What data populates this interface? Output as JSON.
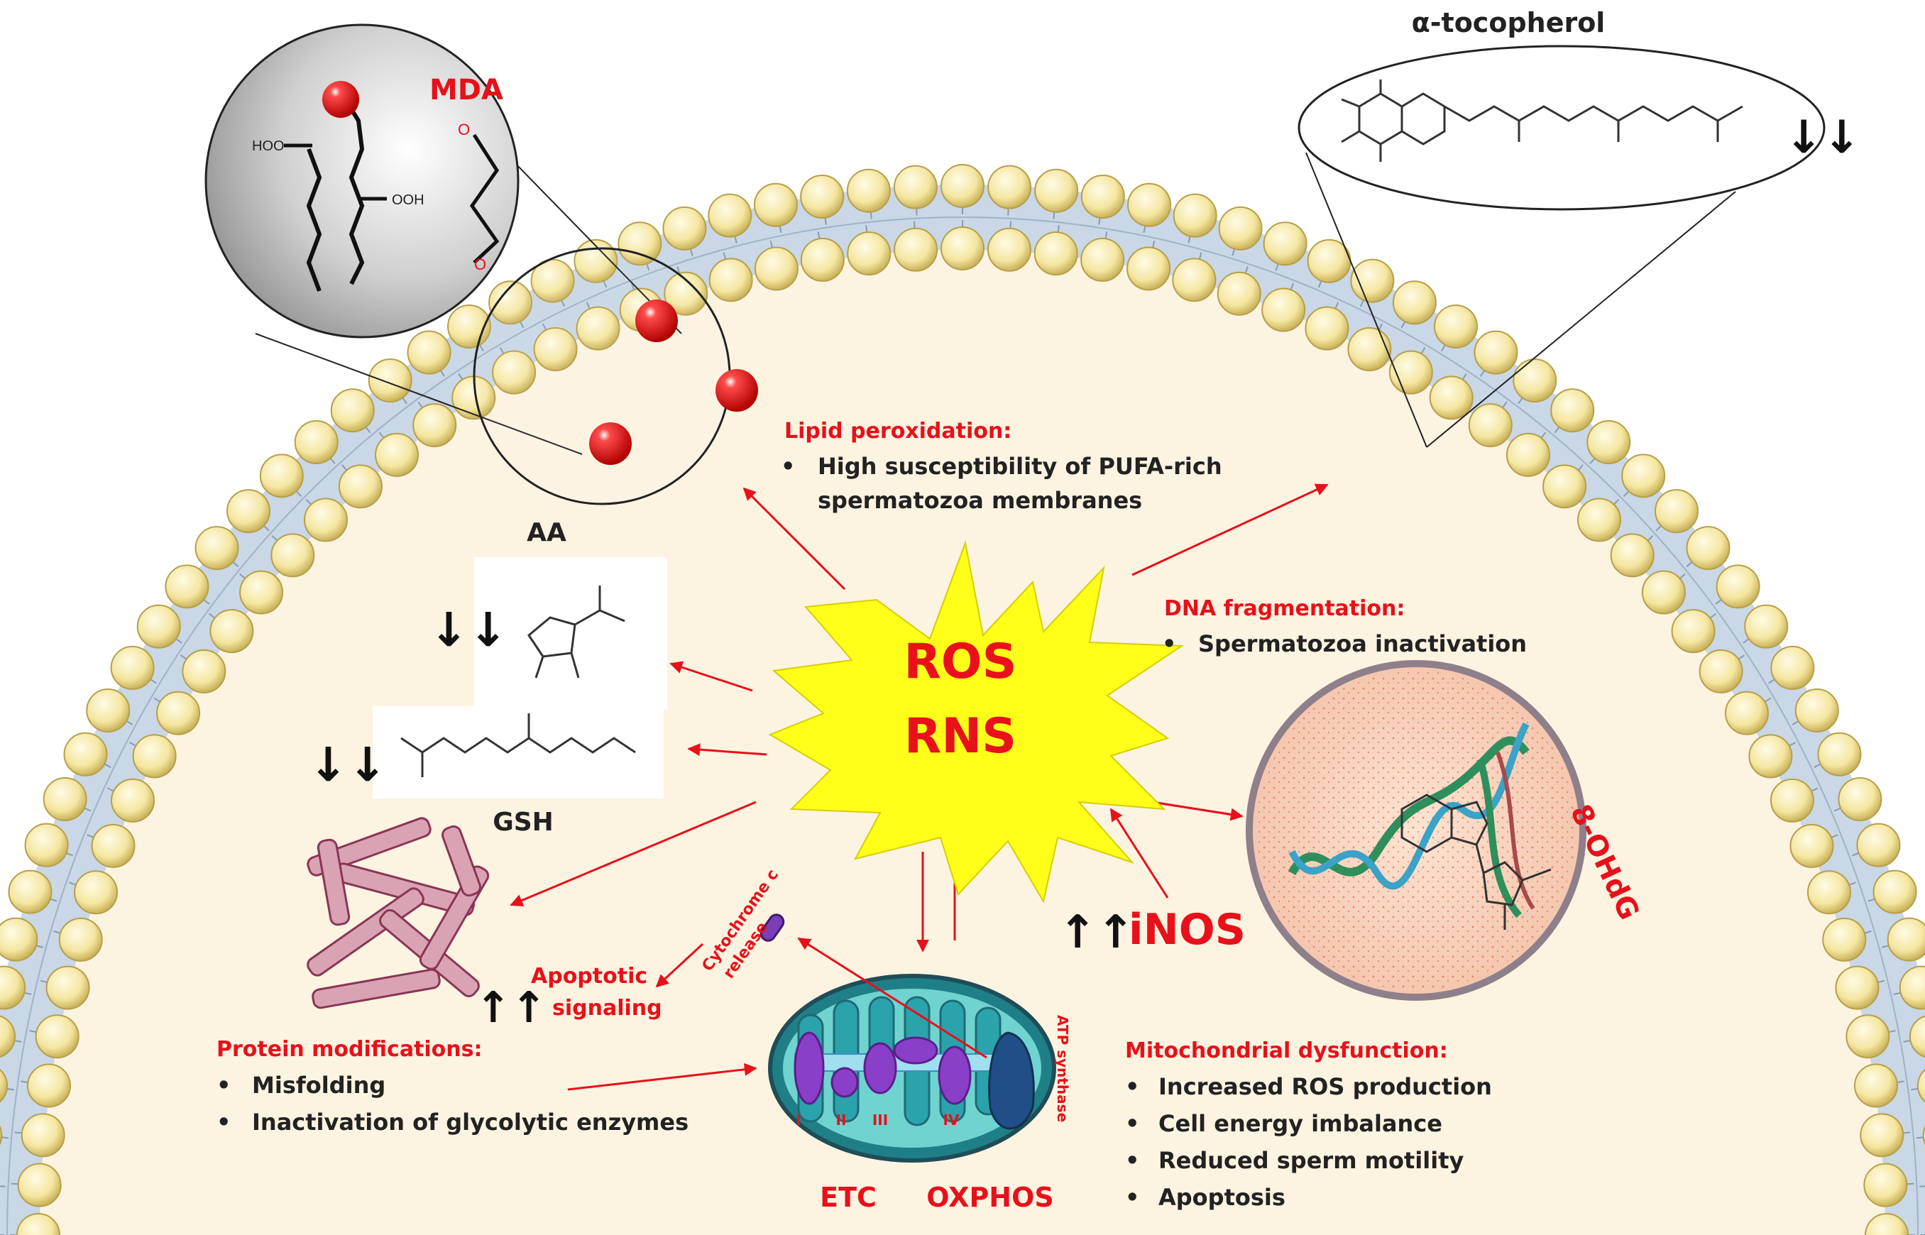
{
  "center": {
    "line1": "ROS",
    "line2": "RNS"
  },
  "antioxidants": {
    "tocopherol": {
      "label": "α-tocopherol",
      "trend": "↓↓"
    },
    "ascorbic_acid": {
      "label": "AA",
      "trend": "↓↓"
    },
    "glutathione": {
      "label": "GSH",
      "trend": "↓↓"
    }
  },
  "lipid": {
    "marker": "MDA",
    "title": "Lipid peroxidation:",
    "bullets": [
      "High susceptibility of PUFA-rich",
      "spermatozoa membranes"
    ],
    "struct_labels": {
      "hoo": "HOO",
      "ooh": "OOH",
      "o1": "O",
      "o2": "O"
    }
  },
  "dna": {
    "title": "DNA fragmentation:",
    "bullets": [
      "Spermatozoa inactivation"
    ],
    "marker": "8-OHdG"
  },
  "inos": {
    "label": "iNOS",
    "trend": "↑↑"
  },
  "protein": {
    "title": "Protein modifications:",
    "bullets": [
      "Misfolding",
      "Inactivation of glycolytic enzymes"
    ]
  },
  "apoptotic": {
    "line1": "Apoptotic",
    "line2": "signaling",
    "trend": "↑↑"
  },
  "cytochrome": {
    "line1": "Cytochrome c",
    "line2": "release"
  },
  "mito": {
    "title": "Mitochondrial dysfunction:",
    "bullets": [
      "Increased ROS production",
      "Cell energy imbalance",
      "Reduced sperm motility",
      "Apoptosis"
    ],
    "complexes": [
      "I",
      "II",
      "III",
      "IV"
    ],
    "atp_synthase": "ATP synthase",
    "etc": "ETC",
    "oxphos": "OXPHOS"
  },
  "colors": {
    "accent_red": "#e8101a",
    "star_fill": "#ffff1a",
    "membrane_head": "#f5e6a0",
    "cytoplasm": "#fdf3e1",
    "mito_teal": "#3ab5b8",
    "complex_purple": "#8a3fc8"
  }
}
